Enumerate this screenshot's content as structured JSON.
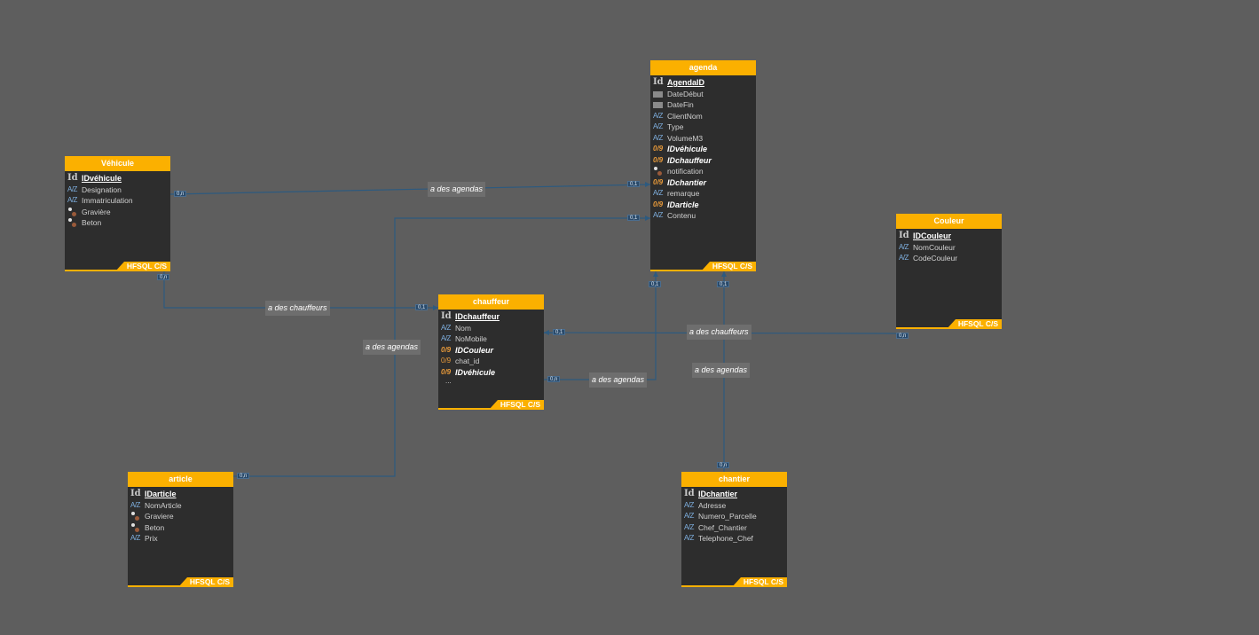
{
  "colors": {
    "background": "#5e5e5e",
    "header": "#fbb000",
    "table_body": "#2d2d2d",
    "link": "#2d5a7f"
  },
  "footer_label": "HFSQL C/S",
  "more_label": "...",
  "tables": {
    "vehicule": {
      "title": "Véhicule",
      "fields": [
        {
          "name": "IDvéhicule",
          "type": "id",
          "icon": "Id"
        },
        {
          "name": "Designation",
          "type": "text",
          "icon": "A/Z"
        },
        {
          "name": "Immatriculation",
          "type": "text",
          "icon": "A/Z"
        },
        {
          "name": "Gravière",
          "type": "bool",
          "icon": ""
        },
        {
          "name": "Beton",
          "type": "bool",
          "icon": ""
        }
      ]
    },
    "agenda": {
      "title": "agenda",
      "fields": [
        {
          "name": "AgendaID",
          "type": "id",
          "icon": "Id"
        },
        {
          "name": "DateDébut",
          "type": "date",
          "icon": ""
        },
        {
          "name": "DateFin",
          "type": "date",
          "icon": ""
        },
        {
          "name": "ClientNom",
          "type": "text",
          "icon": "A/Z"
        },
        {
          "name": "Type",
          "type": "text",
          "icon": "A/Z"
        },
        {
          "name": "VolumeM3",
          "type": "text",
          "icon": "A/Z"
        },
        {
          "name": "IDvéhicule",
          "type": "fk",
          "icon": "0/9"
        },
        {
          "name": "IDchauffeur",
          "type": "fk",
          "icon": "0/9"
        },
        {
          "name": "notification",
          "type": "bool",
          "icon": ""
        },
        {
          "name": "IDchantier",
          "type": "fk",
          "icon": "0/9"
        },
        {
          "name": "remarque",
          "type": "text",
          "icon": "A/Z"
        },
        {
          "name": "IDarticle",
          "type": "fk",
          "icon": "0/9"
        },
        {
          "name": "Contenu",
          "type": "text",
          "icon": "A/Z"
        }
      ]
    },
    "couleur": {
      "title": "Couleur",
      "fields": [
        {
          "name": "IDCouleur",
          "type": "id",
          "icon": "Id"
        },
        {
          "name": "NomCouleur",
          "type": "text",
          "icon": "A/Z"
        },
        {
          "name": "CodeCouleur",
          "type": "text",
          "icon": "A/Z"
        }
      ]
    },
    "chauffeur": {
      "title": "chauffeur",
      "fields": [
        {
          "name": "IDchauffeur",
          "type": "id",
          "icon": "Id"
        },
        {
          "name": "Nom",
          "type": "text",
          "icon": "A/Z"
        },
        {
          "name": "NoMobile",
          "type": "text",
          "icon": "A/Z"
        },
        {
          "name": "IDCouleur",
          "type": "fk",
          "icon": "0/9"
        },
        {
          "name": "chat_id",
          "type": "num",
          "icon": "0/9"
        },
        {
          "name": "IDvéhicule",
          "type": "fk",
          "icon": "0/9"
        }
      ]
    },
    "article": {
      "title": "article",
      "fields": [
        {
          "name": "IDarticle",
          "type": "id",
          "icon": "Id"
        },
        {
          "name": "NomArticle",
          "type": "text",
          "icon": "A/Z"
        },
        {
          "name": "Graviere",
          "type": "bool",
          "icon": ""
        },
        {
          "name": "Beton",
          "type": "bool",
          "icon": ""
        },
        {
          "name": "Prix",
          "type": "text",
          "icon": "A/Z"
        }
      ]
    },
    "chantier": {
      "title": "chantier",
      "fields": [
        {
          "name": "IDchantier",
          "type": "id",
          "icon": "Id"
        },
        {
          "name": "Adresse",
          "type": "text",
          "icon": "A/Z"
        },
        {
          "name": "Numero_Parcelle",
          "type": "text",
          "icon": "A/Z"
        },
        {
          "name": "Chef_Chantier",
          "type": "text",
          "icon": "A/Z"
        },
        {
          "name": "Telephone_Chef",
          "type": "text",
          "icon": "A/Z"
        }
      ]
    }
  },
  "relations": {
    "vehicule_agenda": "a des agendas",
    "vehicule_chauffeur": "a des chauffeurs",
    "article_agenda": "a des agendas",
    "chauffeur_agenda": "a des agendas",
    "couleur_chauffeur": "a des chauffeurs",
    "chantier_agenda": "a des agendas"
  },
  "cardinalities": {
    "zero_one": "0,1",
    "zero_n": "0,n"
  }
}
